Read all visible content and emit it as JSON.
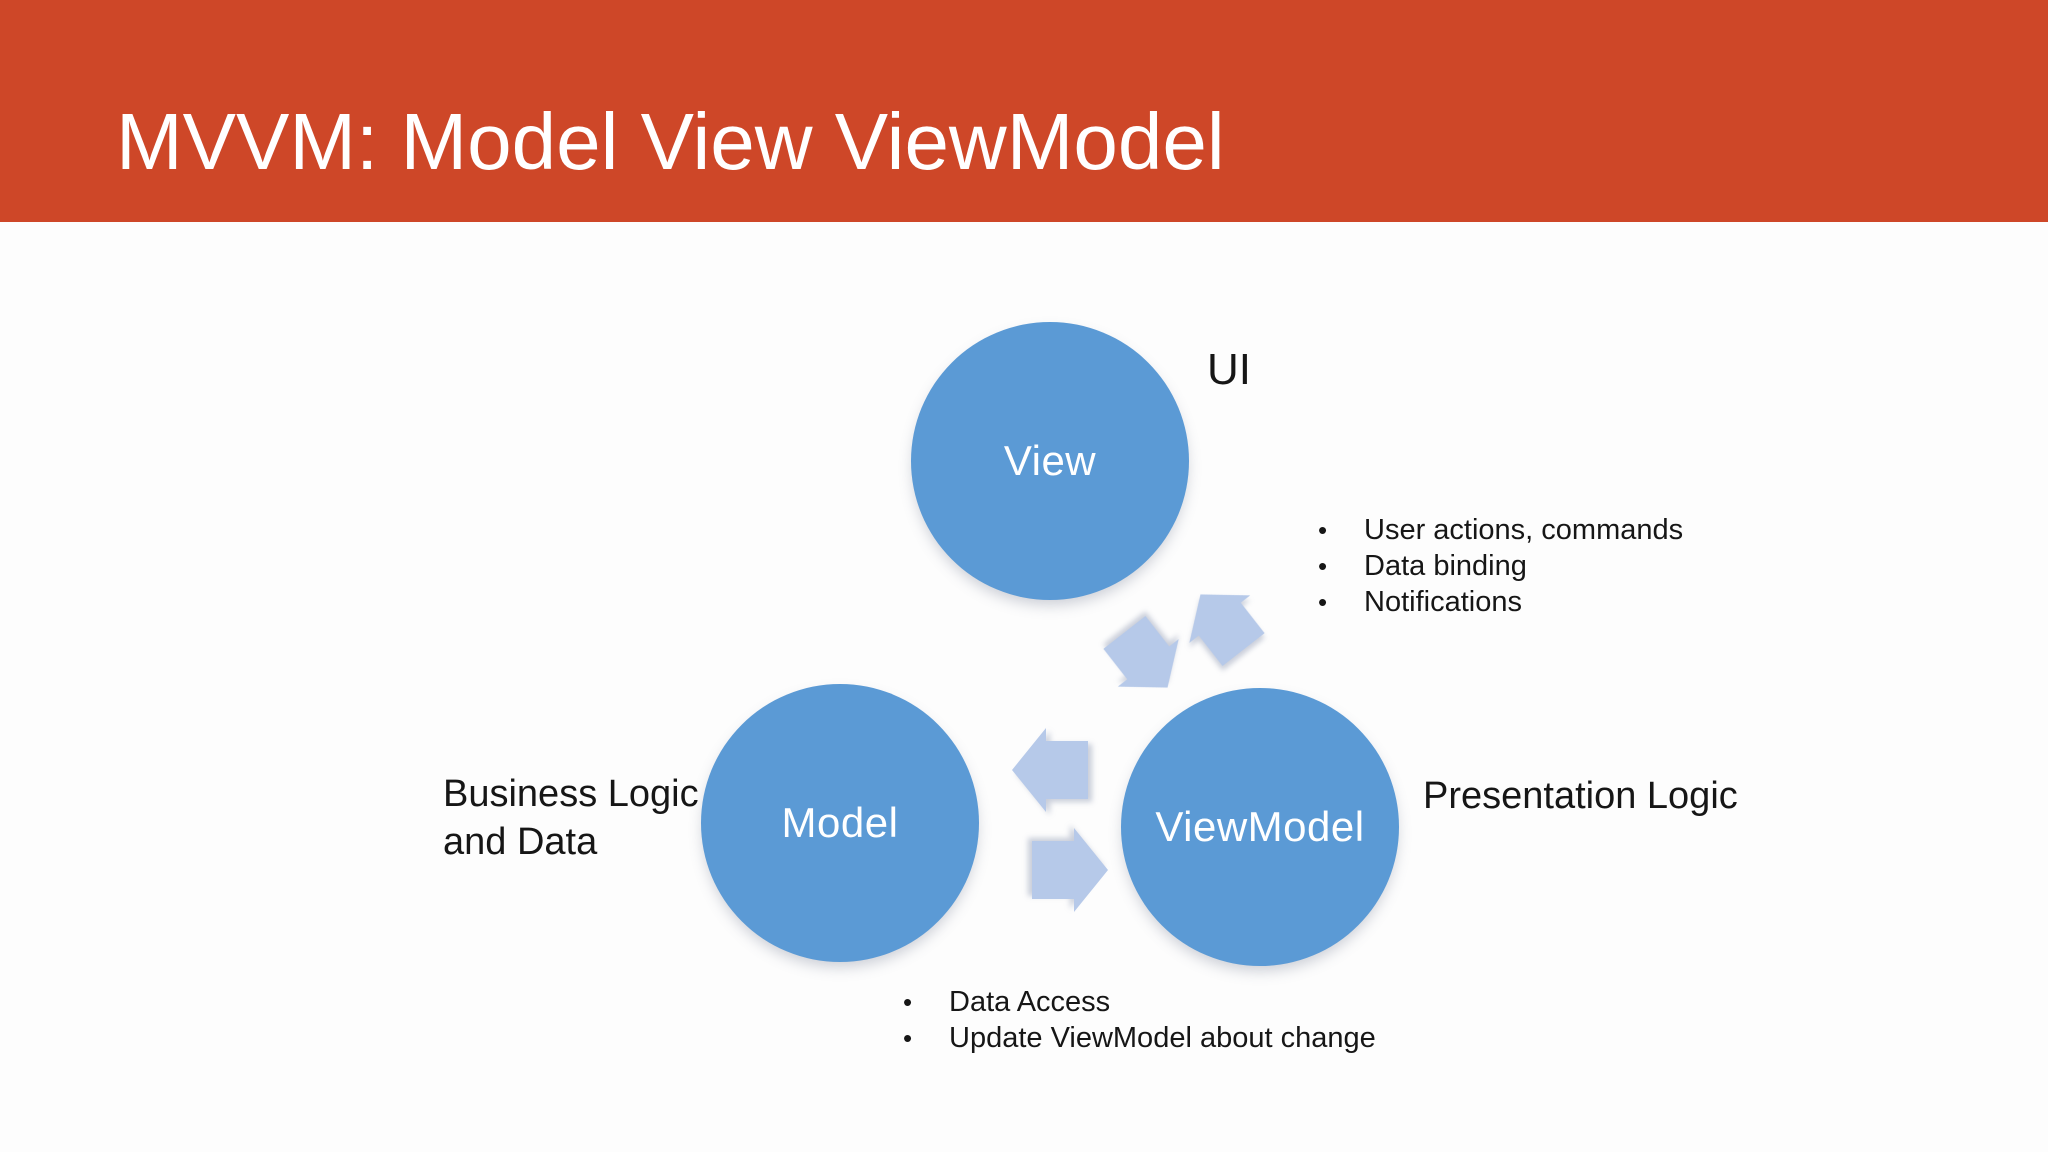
{
  "slide": {
    "title": "MVVM: Model View ViewModel"
  },
  "nodes": {
    "view": {
      "label": "View"
    },
    "model": {
      "label": "Model"
    },
    "viewmodel": {
      "label": "ViewModel"
    }
  },
  "annotations": {
    "ui": "UI",
    "business_logic_line1": "Business Logic",
    "business_logic_line2": "and Data",
    "presentation_logic": "Presentation Logic"
  },
  "view_viewmodel_notes": {
    "bullet": "•",
    "items": [
      "User actions, commands",
      "Data binding",
      "Notifications"
    ]
  },
  "model_viewmodel_notes": {
    "bullet": "•",
    "items": [
      "Data Access",
      "Update ViewModel about change"
    ]
  },
  "arrows": [
    {
      "name": "arrow-viewmodel-to-view",
      "direction": "up-left"
    },
    {
      "name": "arrow-view-to-viewmodel",
      "direction": "down-right"
    },
    {
      "name": "arrow-viewmodel-to-model",
      "direction": "left"
    },
    {
      "name": "arrow-model-to-viewmodel",
      "direction": "right"
    }
  ],
  "colors": {
    "header_bg": "#ce4728",
    "title_text": "#ffffff",
    "node_fill": "#5b9ad5",
    "node_text": "#ffffff",
    "arrow_fill": "#b6c9e9",
    "body_text": "#161616",
    "background": "#fdfdfd"
  }
}
